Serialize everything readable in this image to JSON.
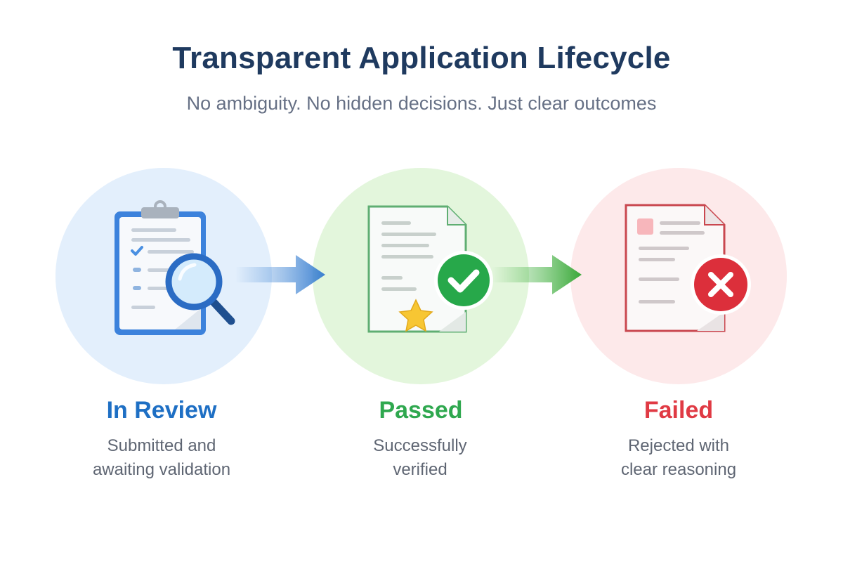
{
  "header": {
    "title": "Transparent Application Lifecycle",
    "subtitle": "No ambiguity. No hidden decisions. Just clear outcomes"
  },
  "stages": [
    {
      "label": "In Review",
      "desc_lines": [
        "Submitted and",
        "awaiting validation"
      ],
      "color": "#1e6fc4",
      "icon": "clipboard-magnifier-icon"
    },
    {
      "label": "Passed",
      "desc_lines": [
        "Successfully",
        "verified"
      ],
      "color": "#2fa84f",
      "icon": "document-check-star-icon"
    },
    {
      "label": "Failed",
      "desc_lines": [
        "Rejected with",
        "clear reasoning"
      ],
      "color": "#e03a44",
      "icon": "document-x-icon"
    }
  ],
  "connectors": [
    {
      "from": "In Review",
      "to": "Passed",
      "color": "#4f8fd8",
      "icon": "arrow-right-icon"
    },
    {
      "from": "Passed",
      "to": "Failed",
      "color": "#4cb54a",
      "icon": "arrow-right-icon"
    }
  ]
}
